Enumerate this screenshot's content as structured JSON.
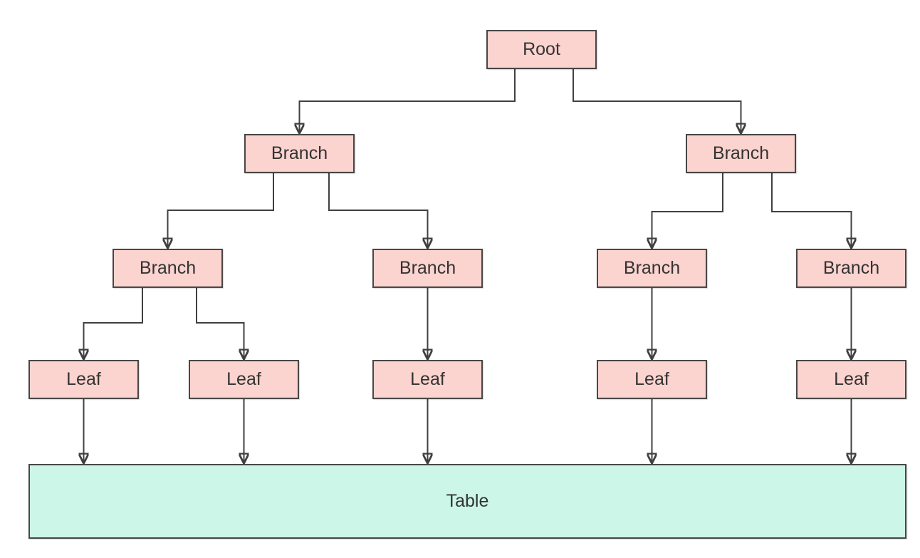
{
  "diagram": {
    "nodes": {
      "root": {
        "label": "Root",
        "type": "node"
      },
      "branch_l": {
        "label": "Branch",
        "type": "node"
      },
      "branch_r": {
        "label": "Branch",
        "type": "node"
      },
      "branch_ll": {
        "label": "Branch",
        "type": "node"
      },
      "branch_lr": {
        "label": "Branch",
        "type": "node"
      },
      "branch_rl": {
        "label": "Branch",
        "type": "node"
      },
      "branch_rr": {
        "label": "Branch",
        "type": "node"
      },
      "leaf_1": {
        "label": "Leaf",
        "type": "node"
      },
      "leaf_2": {
        "label": "Leaf",
        "type": "node"
      },
      "leaf_3": {
        "label": "Leaf",
        "type": "node"
      },
      "leaf_4": {
        "label": "Leaf",
        "type": "node"
      },
      "leaf_5": {
        "label": "Leaf",
        "type": "node"
      },
      "table": {
        "label": "Table",
        "type": "wide-node"
      }
    },
    "edges": [
      {
        "from": "root",
        "to": "branch_l"
      },
      {
        "from": "root",
        "to": "branch_r"
      },
      {
        "from": "branch_l",
        "to": "branch_ll"
      },
      {
        "from": "branch_l",
        "to": "branch_lr"
      },
      {
        "from": "branch_r",
        "to": "branch_rl"
      },
      {
        "from": "branch_r",
        "to": "branch_rr"
      },
      {
        "from": "branch_ll",
        "to": "leaf_1"
      },
      {
        "from": "branch_ll",
        "to": "leaf_2"
      },
      {
        "from": "branch_lr",
        "to": "leaf_3"
      },
      {
        "from": "branch_rl",
        "to": "leaf_4"
      },
      {
        "from": "branch_rr",
        "to": "leaf_5"
      },
      {
        "from": "leaf_1",
        "to": "table"
      },
      {
        "from": "leaf_2",
        "to": "table"
      },
      {
        "from": "leaf_3",
        "to": "table"
      },
      {
        "from": "leaf_4",
        "to": "table"
      },
      {
        "from": "leaf_5",
        "to": "table"
      }
    ],
    "colors": {
      "node_fill": "#fbd3cf",
      "table_fill": "#ccf7e8",
      "border": "#474747",
      "line": "#404040",
      "text": "#333333"
    }
  }
}
